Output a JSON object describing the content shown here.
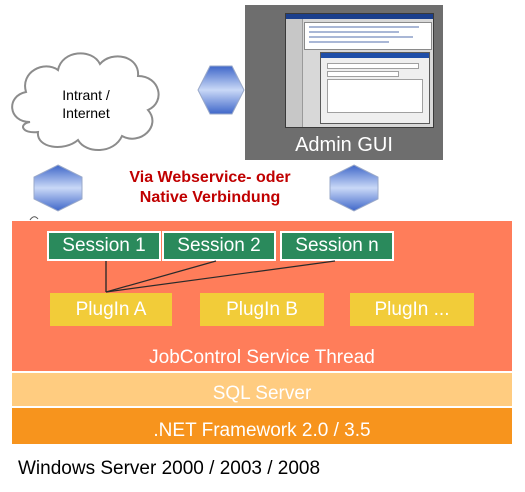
{
  "cloud": {
    "line1": "Intrant /",
    "line2": "Internet"
  },
  "admin": {
    "label": "Admin GUI"
  },
  "connection": {
    "line1": "Via Webservice- oder",
    "line2": "Native Verbindung"
  },
  "sessions": [
    "Session 1",
    "Session 2",
    "Session n"
  ],
  "plugins": [
    "PlugIn A",
    "PlugIn B",
    "PlugIn ..."
  ],
  "layers": {
    "thread": "JobControl Service Thread",
    "sql": "SQL Server",
    "net": ".NET Framework 2.0 / 3.5"
  },
  "os": "Windows Server 2000 / 2003 / 2008",
  "colors": {
    "thread": "#ff7d5a",
    "sql": "#ffcc80",
    "net": "#f7941d",
    "session": "#2a8a5c",
    "plugin": "#f2cc39",
    "connection_text": "#c00000",
    "arrow": "#6d8fd6"
  }
}
